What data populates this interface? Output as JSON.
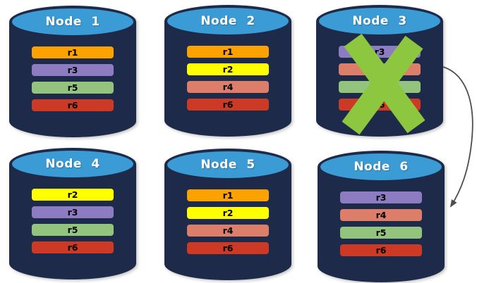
{
  "canvas_background": "#FFFFFF",
  "node_style": {
    "cap_color": "#3A9BD5",
    "body_color": "#1E2A49",
    "title_color": "#FFFFFF",
    "bar_text_color": "#000000"
  },
  "replica_colors": {
    "r1": "#FCA200",
    "r2": "#FFFF00",
    "r3": "#8E7CC3",
    "r4": "#DD7E6B",
    "r5": "#93C47D",
    "r6": "#CC3A26"
  },
  "nodes": [
    {
      "title": "Node 1",
      "bars": [
        "r1",
        "r3",
        "r5",
        "r6"
      ]
    },
    {
      "title": "Node 2",
      "bars": [
        "r1",
        "r2",
        "r4",
        "r6"
      ]
    },
    {
      "title": "Node 3",
      "bars": [
        "r3",
        "r4",
        "r5",
        "r6"
      ]
    },
    {
      "title": "Node 4",
      "bars": [
        "r2",
        "r3",
        "r5",
        "r6"
      ]
    },
    {
      "title": "Node 5",
      "bars": [
        "r1",
        "r2",
        "r4",
        "r6"
      ]
    },
    {
      "title": "Node 6",
      "bars": [
        "r3",
        "r4",
        "r5",
        "r6"
      ]
    }
  ],
  "failure_marker": {
    "node": "Node 3",
    "icon": "x-cross-icon",
    "color": "#8DC63F"
  },
  "arrow": {
    "from": "Node 3",
    "to": "Node 6",
    "color": "#4D4D4D"
  }
}
